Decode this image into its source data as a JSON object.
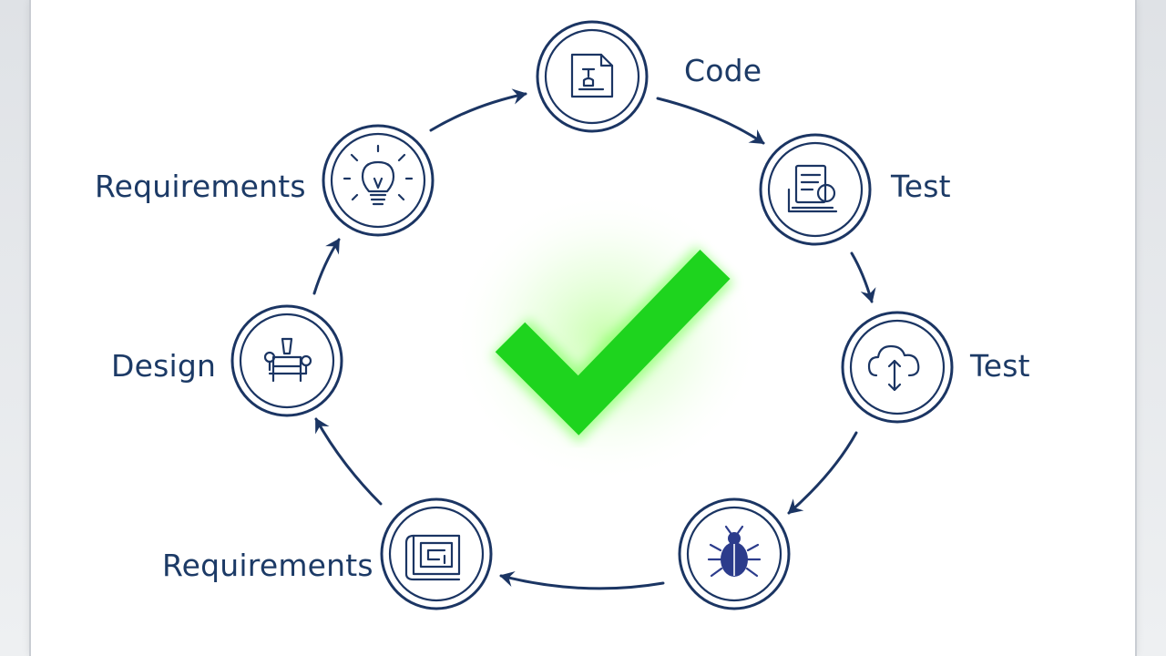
{
  "colors": {
    "ring": "#1b3563",
    "label": "#1c3a66",
    "check": "#1ed41e",
    "check_glow": "#7dff5a"
  },
  "stages": [
    {
      "label": "Code",
      "icon": "code-document-icon"
    },
    {
      "label": "Test",
      "icon": "test-report-icon"
    },
    {
      "label": "Test",
      "icon": "cloud-deploy-icon"
    },
    {
      "label": "",
      "icon": "bug-icon"
    },
    {
      "label": "Requirements",
      "icon": "blueprint-icon"
    },
    {
      "label": "Design",
      "icon": "design-workbench-icon"
    },
    {
      "label": "Requirements",
      "icon": "lightbulb-icon"
    }
  ],
  "center_icon": "checkmark-icon"
}
